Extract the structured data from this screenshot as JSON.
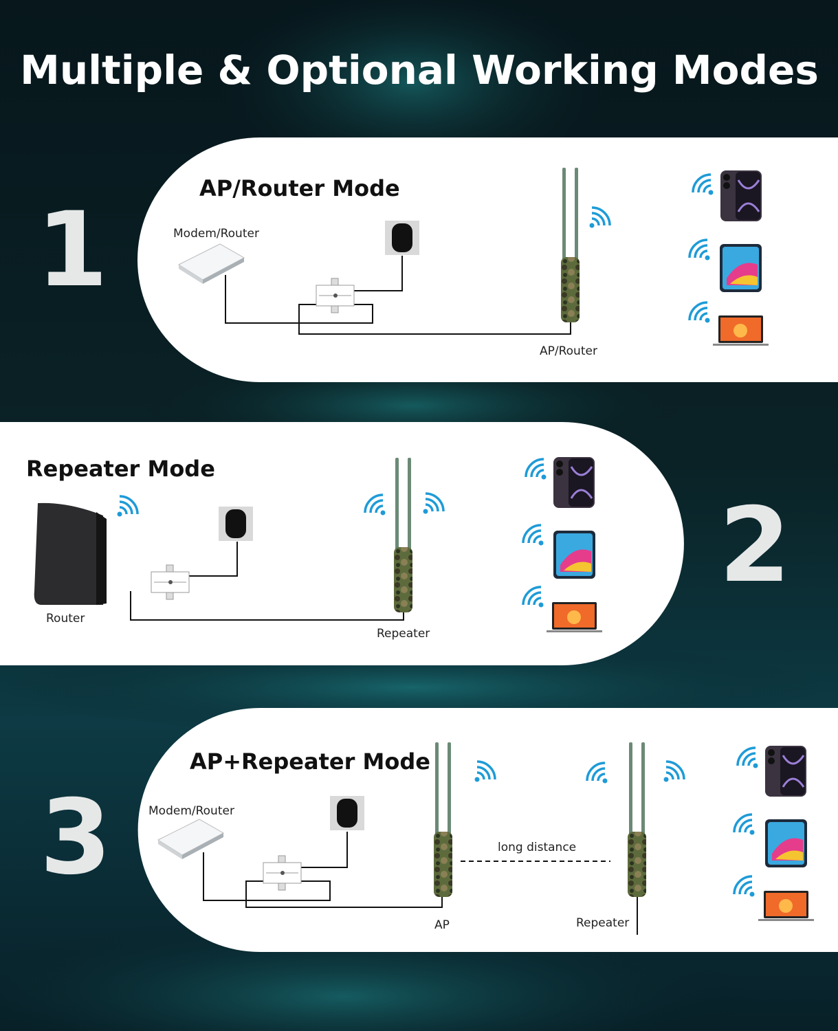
{
  "title": "Multiple & Optional Working Modes",
  "modes": [
    {
      "number": "1",
      "title": "AP/Router Mode",
      "labels": {
        "modem": "Modem/Router",
        "device": "AP/Router"
      }
    },
    {
      "number": "2",
      "title": "Repeater Mode",
      "labels": {
        "router": "Router",
        "device": "Repeater"
      }
    },
    {
      "number": "3",
      "title": "AP+Repeater Mode",
      "labels": {
        "modem": "Modem/Router",
        "distance": "long distance",
        "ap": "AP",
        "repeater": "Repeater"
      }
    }
  ],
  "colors": {
    "wifi": "#1e9bd7",
    "panel": "#ffffff",
    "background": "#06141a",
    "antenna": "#5b7a66"
  }
}
